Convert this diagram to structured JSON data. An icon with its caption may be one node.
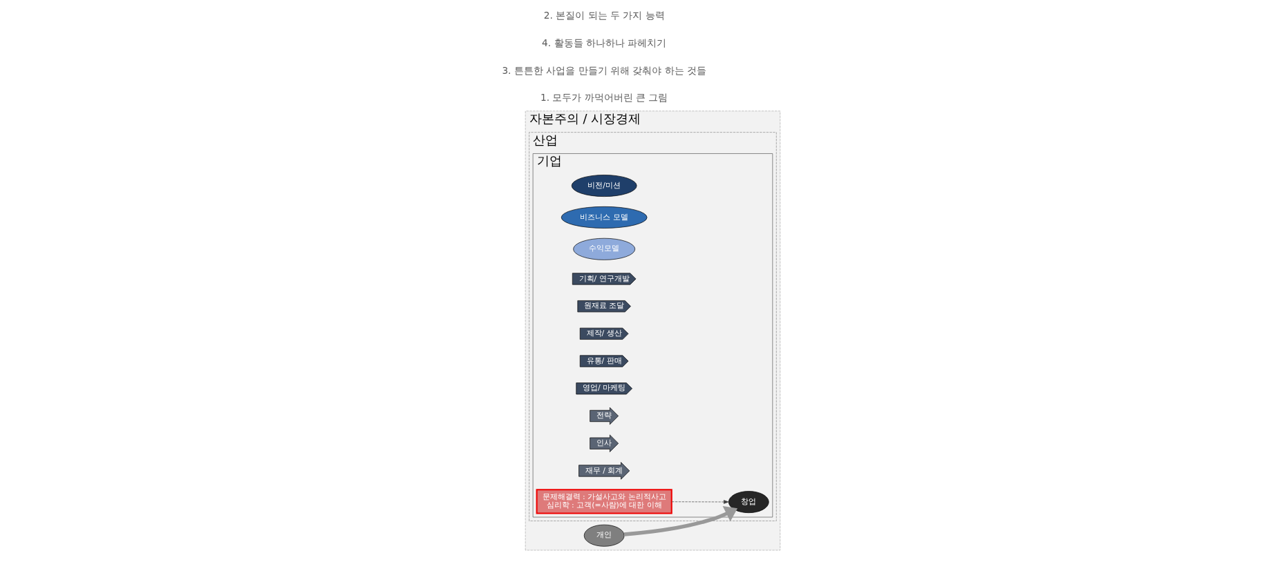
{
  "diagram": {
    "nodes": [
      {
        "text": [
          "자본주의 / 시장경제"
        ]
      },
      {
        "text": [
          "산업"
        ],
        "in": 0
      },
      {
        "text": [
          "기업"
        ],
        "in": 1
      },
      {
        "text": [
          "개인"
        ],
        "in": 0
      },
      {
        "text": [
          "창업"
        ],
        "in": 2
      },
      {
        "text": [
          "비전/미션"
        ],
        "in": 2
      },
      {
        "text": [
          "비즈니스 모델"
        ],
        "in": 2
      },
      {
        "text": [
          "수익모델"
        ],
        "in": 2
      },
      {
        "text": [
          "기획/ 연구개발"
        ],
        "in": 2
      },
      {
        "text": [
          "원재료 조달"
        ],
        "in": 2
      },
      {
        "text": [
          "제작/ 생산"
        ],
        "in": 2
      },
      {
        "text": [
          "유통/ 판매"
        ],
        "in": 2
      },
      {
        "text": [
          "영업/ 마케팅"
        ],
        "in": 2
      },
      {
        "text": [
          "전략"
        ],
        "in": 2
      },
      {
        "text": [
          "인사"
        ],
        "in": 2
      },
      {
        "text": [
          "재무 / 회계"
        ],
        "in": 2
      },
      {
        "text": [
          "문제해결력 : 가설사고와 논리적사고",
          "심리학 : 고객(=사람)에 대한 이해"
        ],
        "in": 2
      }
    ],
    "edges": [
      {
        "from": 3,
        "to": 4,
        "arrow": "to",
        "style": "thick",
        "color": "#999999"
      },
      {
        "from": 16,
        "to": 4,
        "arrow": "to",
        "style": "dashed",
        "color": "#404040"
      }
    ],
    "labels": [
      "1. 모두가 까먹어버린 큰 그림",
      "3. 튼튼한 사업을 만들기 위해 갖춰야 하는 것들",
      "4. 활동들 하나하나 파헤치기",
      "2. 본질이 되는 두 가지 능력"
    ]
  }
}
